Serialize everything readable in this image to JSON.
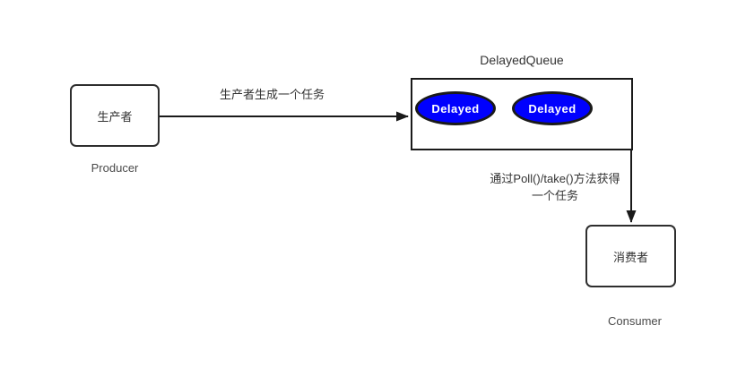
{
  "diagram": {
    "producer": {
      "label": "生产者",
      "caption": "Producer"
    },
    "queue": {
      "title": "DelayedQueue",
      "items": [
        {
          "label": "Delayed"
        },
        {
          "label": "Delayed"
        }
      ]
    },
    "consumer": {
      "label": "消费者",
      "caption": "Consumer"
    },
    "edges": {
      "produce": {
        "label": "生产者生成一个任务"
      },
      "consume": {
        "label_line1": "通过Poll()/take()方法获得",
        "label_line2": "一个任务"
      }
    },
    "colors": {
      "node_border": "#2e2e2e",
      "queue_border": "#1a1a1a",
      "arrow": "#1a1a1a",
      "text": "#333333",
      "caption_text": "#4a4a4a",
      "delayed_fill": "#0000fe",
      "delayed_border": "#1a1a1a",
      "delayed_text": "#ffffff"
    }
  }
}
